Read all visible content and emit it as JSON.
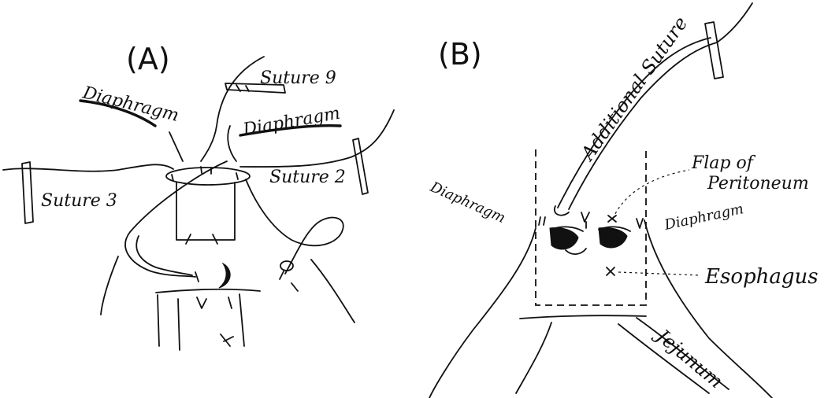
{
  "panel_a": {
    "title": "(A)",
    "labels": {
      "diaphragm_left": "Diaphragm",
      "diaphragm_right": "Diaphragm",
      "suture_9": "Suture 9",
      "suture_2": "Suture 2",
      "suture_3": "Suture 3"
    }
  },
  "panel_b": {
    "title": "(B)",
    "labels": {
      "additional_suture": "Additional Suture",
      "flap": "Flap of",
      "flap_line2": "Peritoneum",
      "diaphragm_left": "Diaphragm",
      "diaphragm_right": "Diaphragm",
      "esophagus": "Esophagus",
      "jejunum": "Jejunum"
    }
  }
}
